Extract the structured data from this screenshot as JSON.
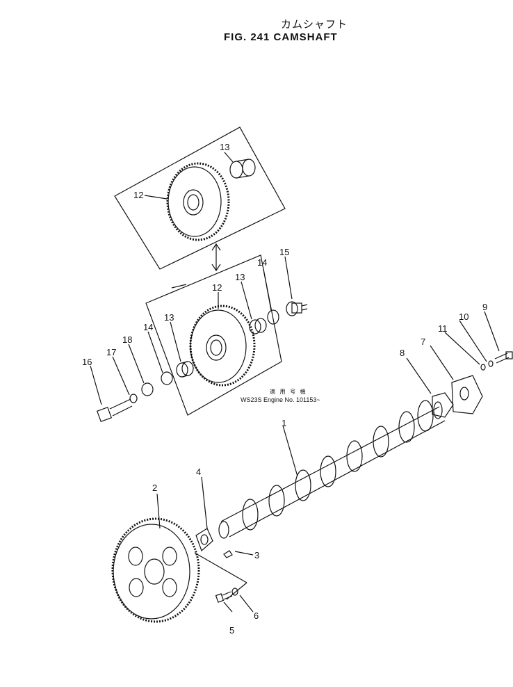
{
  "title": {
    "japanese": "カムシャフト",
    "english": "FIG. 241  CAMSHAFT"
  },
  "applicability_note": {
    "japanese": "適 用 号 機",
    "english": "WS23S Engine No. 101153~"
  },
  "part_labels": [
    "1",
    "2",
    "3",
    "4",
    "5",
    "6",
    "7",
    "8",
    "9",
    "10",
    "11",
    "12",
    "12",
    "13",
    "13",
    "13",
    "14",
    "14",
    "15",
    "16",
    "17",
    "18"
  ]
}
